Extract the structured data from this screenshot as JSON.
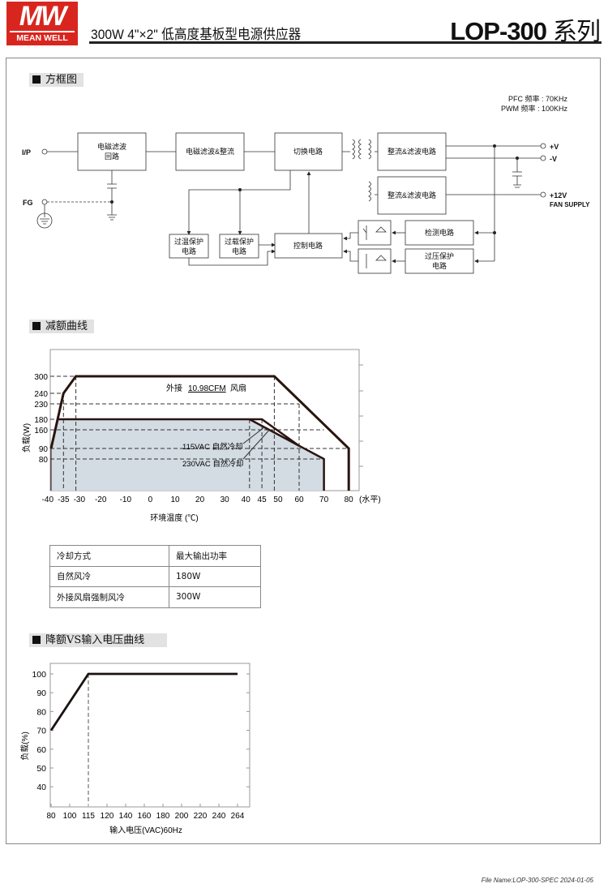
{
  "header": {
    "logo_mark": "MW",
    "logo_text": "MEAN WELL",
    "title": "300W  4\"×2\" 低高度基板型电源供应器",
    "series_model": "LOP-300",
    "series_suffix": "系列"
  },
  "block_diagram": {
    "section_title": "方框图",
    "pfc_freq": "PFC 频率 : 70KHz",
    "pwm_freq": "PWM 频率 : 100KHz",
    "labels": {
      "ip": "I/P",
      "fg": "FG",
      "emi1_a": "电磁滤波",
      "emi1_b": "回路",
      "emi2": "电磁滤波&整流",
      "switch": "切换电路",
      "rect1": "整流&滤波电路",
      "rect2": "整流&滤波电路",
      "otp_a": "过温保护",
      "otp_b": "电路",
      "olp_a": "过载保护",
      "olp_b": "电路",
      "control": "控制电路",
      "detect": "检测电路",
      "ovp_a": "过压保护",
      "ovp_b": "电路",
      "vplus": "+V",
      "vminus": "-V",
      "v12": "+12V",
      "fan": "FAN SUPPLY"
    }
  },
  "derating": {
    "section_title": "减额曲线",
    "table": {
      "headers": [
        "冷却方式",
        "最大输出功率"
      ],
      "rows": [
        [
          "自然风冷",
          "180W"
        ],
        [
          "外接风扇强制风冷",
          "300W"
        ]
      ]
    }
  },
  "input_derating": {
    "section_title": "降额VS输入电压曲线"
  },
  "chart_data": [
    {
      "type": "line",
      "title": "减额曲线",
      "xlabel": "环境温度 (℃)",
      "ylabel": "负载(W)",
      "x_suffix": "(水平)",
      "xticks": [
        -40,
        -35,
        -30,
        -20,
        -10,
        0,
        10,
        20,
        30,
        40,
        45,
        50,
        60,
        70,
        80
      ],
      "yticks": [
        300,
        240,
        230,
        180,
        160,
        90,
        80
      ],
      "xlim": [
        -40,
        80
      ],
      "ylim": [
        0,
        360
      ],
      "series": [
        {
          "name": "外接10.98CFM风扇",
          "label_prefix": "外接",
          "label_mid": "10.98CFM",
          "label_suffix": "风扇",
          "points": [
            [
              -40,
              90
            ],
            [
              -35,
              240
            ],
            [
              -30,
              300
            ],
            [
              50,
              300
            ],
            [
              80,
              90
            ],
            [
              80,
              0
            ]
          ]
        },
        {
          "name": "115VAC 自然冷却",
          "points": [
            [
              -37,
              180
            ],
            [
              45,
              180
            ],
            [
              60,
              100
            ],
            [
              70,
              80
            ],
            [
              70,
              0
            ]
          ]
        },
        {
          "name": "230VAC 自然冷却",
          "points": [
            [
              40,
              180
            ],
            [
              60,
              100
            ]
          ]
        }
      ],
      "annotations": [
        "115VAC 自然冷却",
        "230VAC 自然冷却"
      ]
    },
    {
      "type": "line",
      "title": "降额VS输入电压曲线",
      "xlabel": "输入电压(VAC)60Hz",
      "ylabel": "负载(%)",
      "xticks": [
        80,
        100,
        115,
        120,
        140,
        160,
        180,
        200,
        220,
        240,
        264
      ],
      "yticks": [
        100,
        90,
        80,
        70,
        60,
        50,
        40
      ],
      "series": [
        {
          "name": "load",
          "points": [
            [
              80,
              70
            ],
            [
              115,
              100
            ],
            [
              264,
              100
            ]
          ]
        }
      ]
    }
  ],
  "footer": "File Name:LOP-300-SPEC   2024-01-05"
}
